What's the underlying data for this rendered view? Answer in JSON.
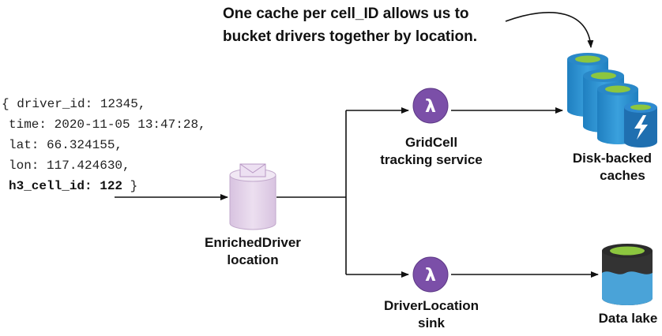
{
  "callout": {
    "line1": "One cache per cell_ID allows us to",
    "line2": "bucket drivers together by location."
  },
  "record": {
    "line1": "{ driver_id: 12345,",
    "line2": "time: 2020-11-05 13:47:28,",
    "line3": "lat: 66.324155,",
    "line4": "lon: 117.424630,",
    "line5_bold": "h3_cell_id: 122",
    "line5_tail": " }"
  },
  "nodes": {
    "enriched": {
      "line1": "EnrichedDriver",
      "line2": "location"
    },
    "gridcell": {
      "line1": "GridCell",
      "line2": "tracking service"
    },
    "sink": {
      "line1": "DriverLocation",
      "line2": "sink"
    },
    "caches": {
      "line1": "Disk-backed",
      "line2": "caches"
    },
    "lake": {
      "line1": "Data lake"
    }
  },
  "icons": {
    "lambda_glyph": "λ",
    "stream": "kinesis-stream-icon",
    "lambda": "lambda-function-icon",
    "cache": "disk-cache-icon",
    "lake": "data-lake-icon"
  },
  "colors": {
    "lambda_purple": "#7b4fa8",
    "stream_lavender": "#e4d4ea",
    "cache_blue": "#2d8fcf",
    "cache_green": "#8cc63f",
    "lake_dark": "#333333",
    "lake_blue": "#4aa3d8"
  }
}
